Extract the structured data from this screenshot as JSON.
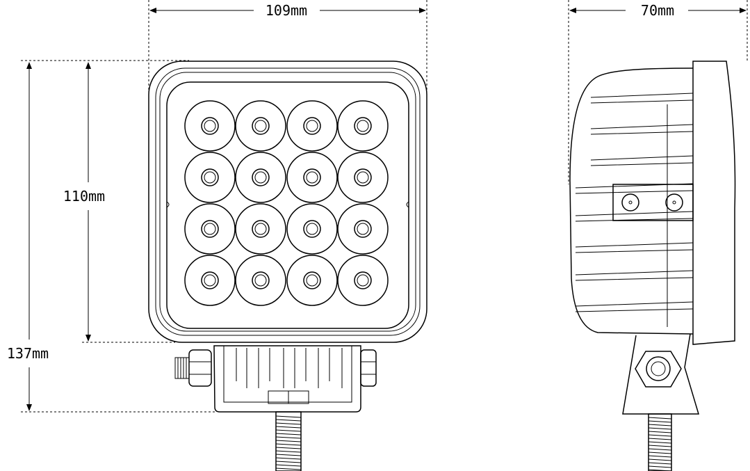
{
  "dimensions": {
    "front_width": "109mm",
    "side_depth": "70mm",
    "lens_height": "110mm",
    "total_height": "137mm"
  },
  "colors": {
    "line": "#000000",
    "background": "#ffffff"
  }
}
